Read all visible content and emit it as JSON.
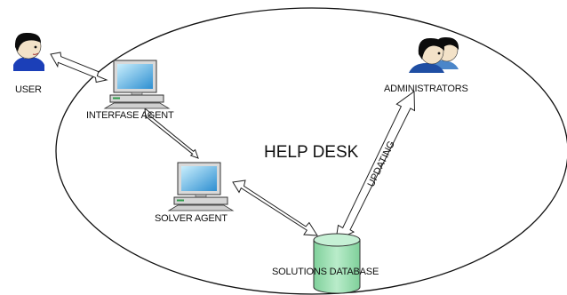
{
  "diagram": {
    "title": "HELP DESK",
    "nodes": {
      "user": "USER",
      "interface_agent": "INTERFASE AGENT",
      "solver_agent": "SOLVER AGENT",
      "administrators": "ADMINISTRATORS",
      "database": "SOLUTIONS DATABASE"
    },
    "edge_labels": {
      "updating": "UPDATING"
    },
    "icons": {
      "user": "user-head-icon",
      "administrators": "two-heads-icon",
      "interface_agent": "desktop-computer-icon",
      "solver_agent": "desktop-computer-icon",
      "database": "database-cylinder-icon"
    },
    "colors": {
      "screen": "#2e8fd1",
      "screen_light": "#a8ddf6",
      "database": "#9fdfb6",
      "skin": "#f3e2c8",
      "hair": "#0c0c0c",
      "user_shirt": "#1b3fb8",
      "admin_shirt": "#4b86c9"
    }
  }
}
